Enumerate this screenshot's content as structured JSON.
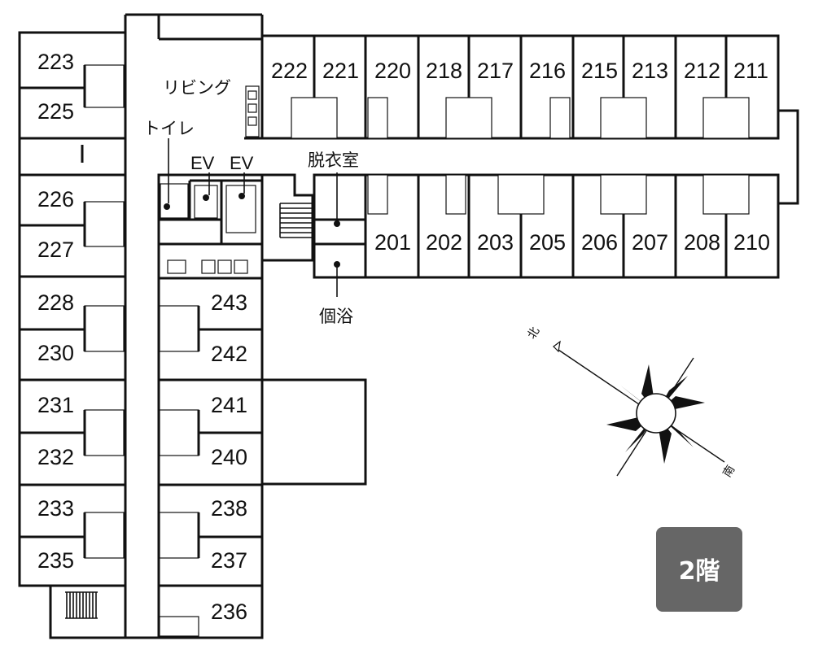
{
  "floor_label": "2階",
  "labels": {
    "living": "リビング",
    "toilet": "トイレ",
    "elevator_1": "EV",
    "elevator_2": "EV",
    "dressing_room": "脱衣室",
    "private_bath": "個浴"
  },
  "compass": {
    "north": "北",
    "south": "南"
  },
  "rooms": {
    "north_row": [
      "222",
      "221",
      "220",
      "218",
      "217",
      "216",
      "215",
      "213",
      "212",
      "211"
    ],
    "south_row": [
      "201",
      "202",
      "203",
      "205",
      "206",
      "207",
      "208",
      "210"
    ],
    "west_column": [
      "223",
      "225",
      "226",
      "227",
      "228",
      "230",
      "231",
      "232",
      "233",
      "235"
    ],
    "center_column": [
      "243",
      "242",
      "241",
      "240",
      "238",
      "237",
      "236"
    ]
  },
  "colors": {
    "badge": "#666666",
    "walls": "#111111"
  }
}
